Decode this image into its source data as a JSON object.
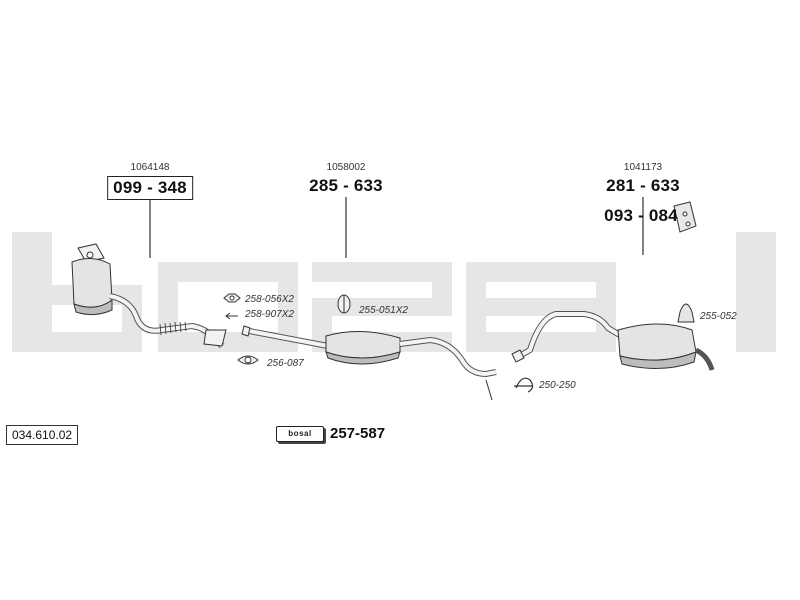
{
  "brand": {
    "watermark_text": "bosal",
    "logo_color": "#e6e6e6"
  },
  "diagram_ref": "034.610.02",
  "groups": [
    {
      "oem_code": "1064148",
      "main_part": "099 - 348",
      "boxed": true
    },
    {
      "oem_code": "1058002",
      "main_part": "285 - 633",
      "boxed": false
    },
    {
      "oem_code": "1041173",
      "main_part": "281 - 633",
      "boxed": false
    },
    {
      "oem_code": "",
      "main_part": "093 - 084",
      "boxed": false
    }
  ],
  "accessories": [
    {
      "code": "258-056X2"
    },
    {
      "code": "258-907X2"
    },
    {
      "code": "256-087"
    },
    {
      "code": "255-051X2"
    },
    {
      "code": "250-250"
    },
    {
      "code": "255-052"
    }
  ],
  "kit": {
    "logo_text": "bosal",
    "number": "257-587"
  },
  "colors": {
    "line": "#333333",
    "part_fill": "#f2f2f2",
    "part_shade": "#bdbdbd"
  }
}
